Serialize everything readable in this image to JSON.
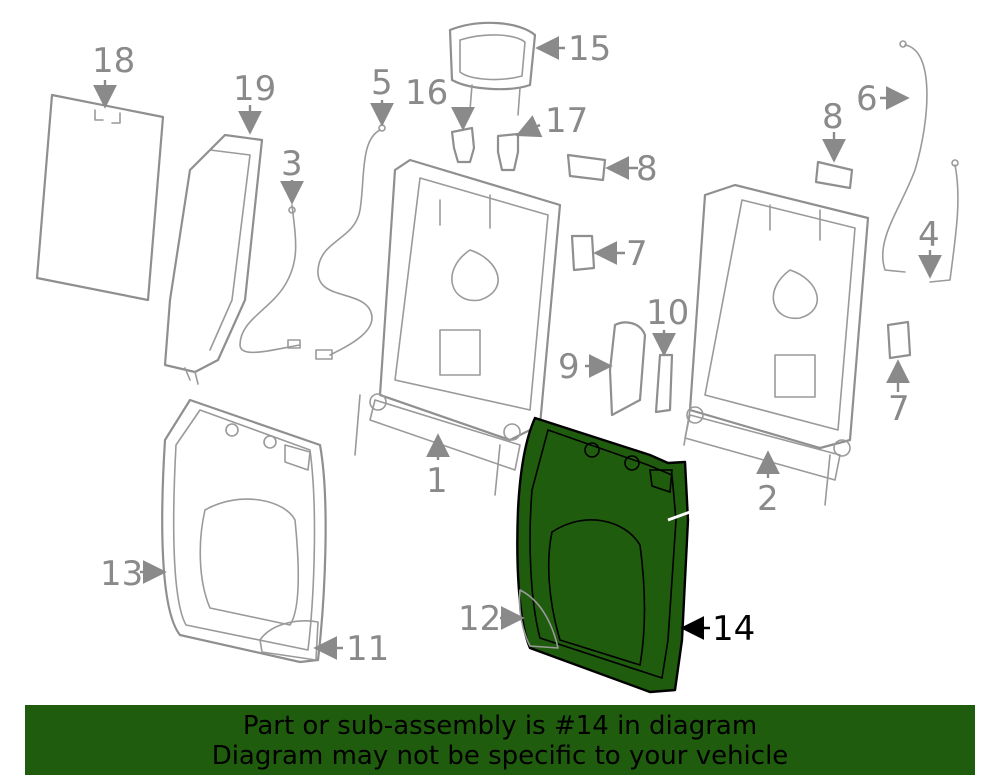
{
  "labels": {
    "p1": "1",
    "p2": "2",
    "p3": "3",
    "p4": "4",
    "p5": "5",
    "p6": "6",
    "p7a": "7",
    "p7b": "7",
    "p8a": "8",
    "p8b": "8",
    "p9": "9",
    "p10": "10",
    "p11": "11",
    "p12": "12",
    "p13": "13",
    "p14": "14",
    "p15": "15",
    "p16": "16",
    "p17": "17",
    "p18": "18",
    "p19": "19"
  },
  "banner": {
    "line1": "Part or sub-assembly is #14 in diagram",
    "line2": "Diagram may not be specific to your vehicle"
  },
  "colors": {
    "highlight_fill": "#1f5c0e",
    "banner_bg": "#1f5c0e",
    "part_stroke": "#8f8f8f",
    "label_gray": "#8a8a8a"
  }
}
